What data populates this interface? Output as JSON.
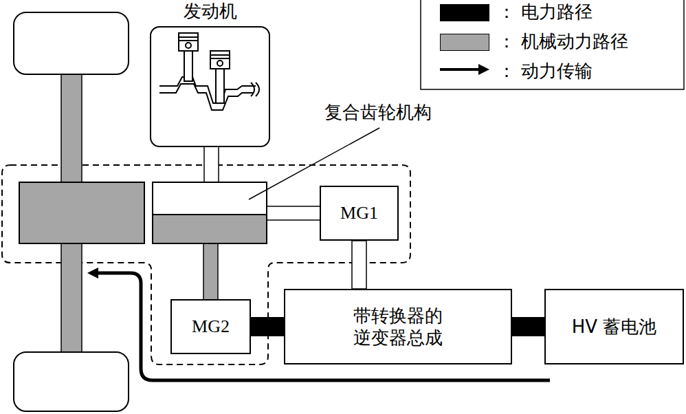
{
  "diagram": {
    "nodes": [
      {
        "text": [
          "发动机"
        ]
      },
      {
        "text": [
          "MG1"
        ]
      },
      {
        "text": [
          "MG2"
        ]
      },
      {
        "text": [
          "带转换器的 逆变器总成"
        ]
      },
      {
        "text": [
          "HV 蓄电池"
        ]
      }
    ],
    "edges": [
      {
        "from": 1,
        "to": 3,
        "arrow": "none"
      },
      {
        "from": 2,
        "to": 3,
        "arrow": "none"
      },
      {
        "from": 3,
        "to": 4,
        "arrow": "none"
      }
    ],
    "labels": [
      "复合齿轮机构"
    ],
    "legend": [
      {
        "text": "： 电力路径",
        "color": "#000000"
      },
      {
        "text": "： 机械动力路径",
        "color": "#a6a6a6"
      },
      {
        "text": "： 动力传输"
      }
    ]
  }
}
